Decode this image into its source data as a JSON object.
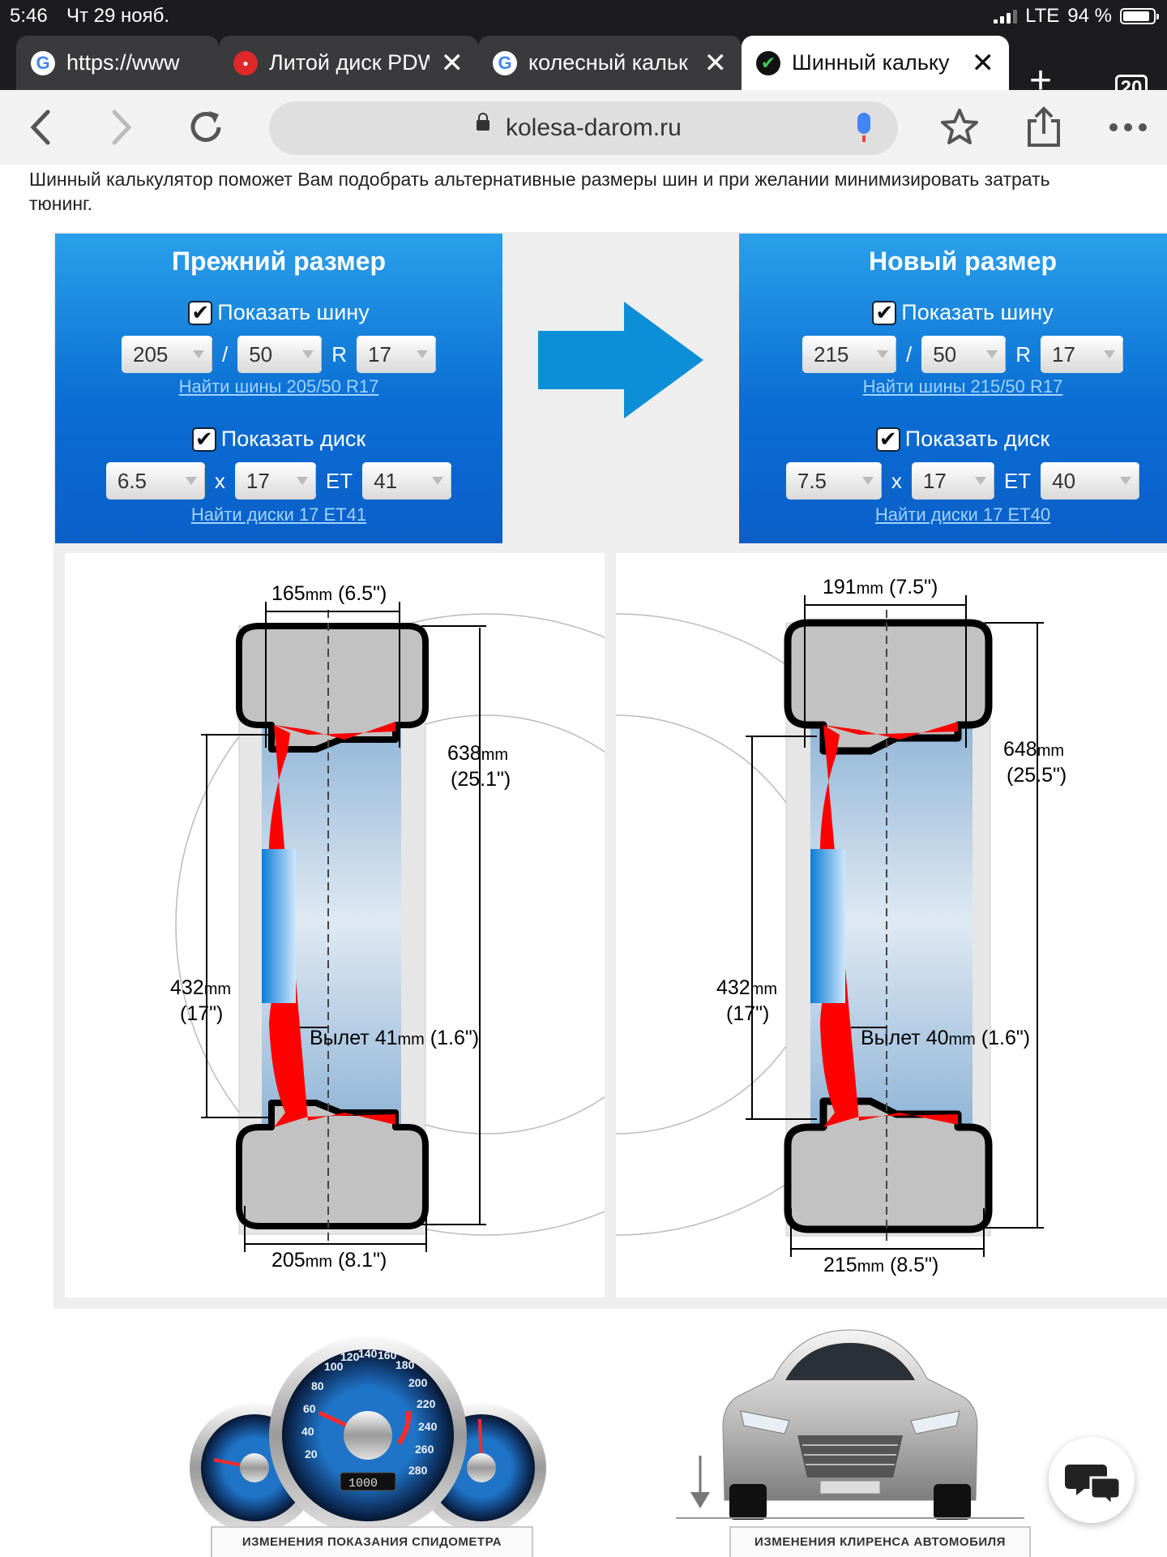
{
  "status": {
    "time": "5:46",
    "date": "Чт 29 нояб.",
    "network": "LTE",
    "battery": "94 %"
  },
  "tabs": [
    {
      "label": "https://www",
      "icon": "G",
      "icon_color": "#4285f4"
    },
    {
      "label": "Литой диск PDW",
      "icon": "pdw",
      "icon_color": "#e02828"
    },
    {
      "label": "колесный кальк",
      "icon": "G",
      "icon_color": "#4285f4"
    },
    {
      "label": "Шинный кальку",
      "icon": "✔",
      "icon_color": "#2b9a3b"
    }
  ],
  "tab_count": "20",
  "toolbar": {
    "url": "kolesa-darom.ru"
  },
  "intro": {
    "line1": "Шинный калькулятор поможет Вам подобрать альтернативные размеры шин и при желании минимизировать затрать",
    "line2": "тюнинг."
  },
  "old": {
    "title": "Прежний размер",
    "show_tire": "Показать шину",
    "width": "205",
    "sep1": "/",
    "profile": "50",
    "sep2": "R",
    "radius": "17",
    "tire_link": "Найти шины 205/50 R17",
    "show_disk": "Показать диск",
    "disk_width": "6.5",
    "sep3": "x",
    "disk_radius": "17",
    "et_label": "ET",
    "et": "41",
    "disk_link": "Найти диски 17 ET41"
  },
  "new": {
    "title": "Новый размер",
    "show_tire": "Показать шину",
    "width": "215",
    "sep1": "/",
    "profile": "50",
    "sep2": "R",
    "radius": "17",
    "tire_link": "Найти шины 215/50 R17",
    "show_disk": "Показать диск",
    "disk_width": "7.5",
    "sep3": "x",
    "disk_radius": "17",
    "et_label": "ET",
    "et": "40",
    "disk_link": "Найти диски 17 ET40"
  },
  "diagram_old": {
    "rim_width": "165",
    "rim_width_in": "(6.5\")",
    "diameter": "638",
    "diameter_in": "(25.1\")",
    "rim_diam": "432",
    "rim_diam_in": "(17\")",
    "offset_label": "Вылет 41",
    "offset_in": "(1.6\")",
    "tire_width": "205",
    "tire_width_in": "(8.1\")",
    "unit": "mm"
  },
  "diagram_new": {
    "rim_width": "191",
    "rim_width_in": "(7.5\")",
    "diameter": "648",
    "diameter_in": "(25.5\")",
    "rim_diam": "432",
    "rim_diam_in": "(17\")",
    "offset_label": "Вылет 40",
    "offset_in": "(1.6\")",
    "tire_width": "215",
    "tire_width_in": "(8.5\")",
    "unit": "mm"
  },
  "bottom": {
    "speedo_caption": "ИЗМЕНЕНИЯ ПОКАЗАНИЯ СПИДОМЕТРА",
    "clearance_caption": "ИЗМЕНЕНИЯ КЛИРЕНСА АВТОМОБИЛЯ",
    "speedo_numbers": [
      "100",
      "120",
      "140",
      "160",
      "180",
      "200",
      "220",
      "240",
      "260",
      "280",
      "80",
      "60",
      "40",
      "20"
    ],
    "odometer": "1000"
  },
  "colors": {
    "panel": "#0a6ed4",
    "arrow": "#0d8fd8",
    "rim": "#ff0000",
    "tire": "#c2c2c2"
  }
}
